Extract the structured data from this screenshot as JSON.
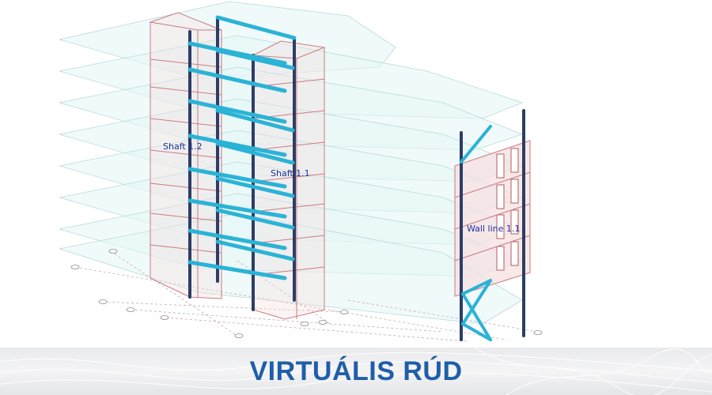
{
  "scene": {
    "labels": {
      "shaft_left": "Shaft 1.2",
      "shaft_right": "Shaft 1.1",
      "wall": "Wall line 1.1"
    }
  },
  "banner": {
    "title": "VIRTUÁLIS RÚD"
  },
  "colors": {
    "title": "#1f5ea8",
    "label": "#1f2f9a",
    "beam": "#2ab3d6",
    "column": "#2c3e66",
    "outline": "#c97b82",
    "slab": "#e4f4f4"
  }
}
